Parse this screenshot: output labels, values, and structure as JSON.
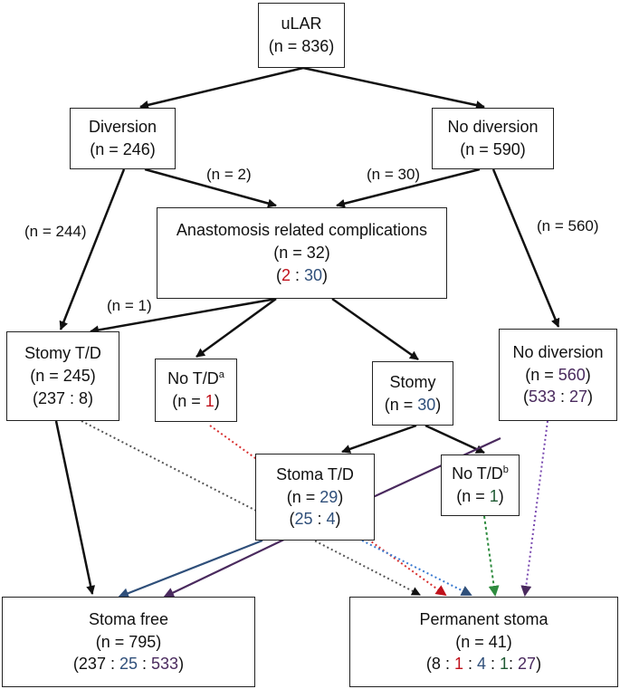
{
  "nodes": {
    "ular": {
      "title": "uLAR",
      "n": "(n = 836)"
    },
    "diversion": {
      "title": "Diversion",
      "n": "(n = 246)"
    },
    "no_diversion_top": {
      "title": "No diversion",
      "n": "(n = 590)"
    },
    "anastomosis": {
      "title": "Anastomosis related complications",
      "n": "(n = 32)",
      "ratio": [
        "2",
        "30"
      ]
    },
    "stomy_td": {
      "title": "Stomy T/D",
      "n": "(n = 245)",
      "ratio": "(237 : 8)"
    },
    "no_td_a": {
      "title": "No T/D",
      "sup": "a",
      "n_prefix": "(n = ",
      "n_value": "1",
      "n_suffix": ")"
    },
    "stomy": {
      "title": "Stomy",
      "n_prefix": "(n = ",
      "n_value": "30",
      "n_suffix": ")"
    },
    "no_diversion_right": {
      "title": "No diversion",
      "n_prefix": "(n = ",
      "n_value": "560",
      "n_suffix": ")",
      "ratio": [
        "533",
        "27"
      ]
    },
    "stoma_td": {
      "title": "Stoma T/D",
      "n_prefix": "(n = ",
      "n_value": "29",
      "n_suffix": ")",
      "ratio": [
        "25",
        "4"
      ]
    },
    "no_td_b": {
      "title": "No T/D",
      "sup": "b",
      "n_prefix": "(n = ",
      "n_value": "1",
      "n_suffix": ")"
    },
    "stoma_free": {
      "title": "Stoma free",
      "n": "(n = 795)",
      "ratio": [
        "237",
        "25",
        "533"
      ]
    },
    "permanent_stoma": {
      "title": "Permanent stoma",
      "n": "(n = 41)",
      "ratio": [
        "8",
        "1",
        "4",
        "1",
        "27"
      ]
    }
  },
  "edge_labels": {
    "div_to_anast": "(n = 2)",
    "nodiv_to_anast": "(n = 30)",
    "div_to_stomy_td": "(n = 244)",
    "nodiv_to_nodiv": "(n = 560)",
    "anast_to_stomy_td": "(n = 1)"
  },
  "colors": {
    "black": "#111111",
    "red": "#c0111b",
    "blue": "#2f4f7a",
    "purple": "#4a2a5e",
    "green": "#1f5a33",
    "gray": "#666666",
    "dotted_blue": "#3a7ad0"
  }
}
